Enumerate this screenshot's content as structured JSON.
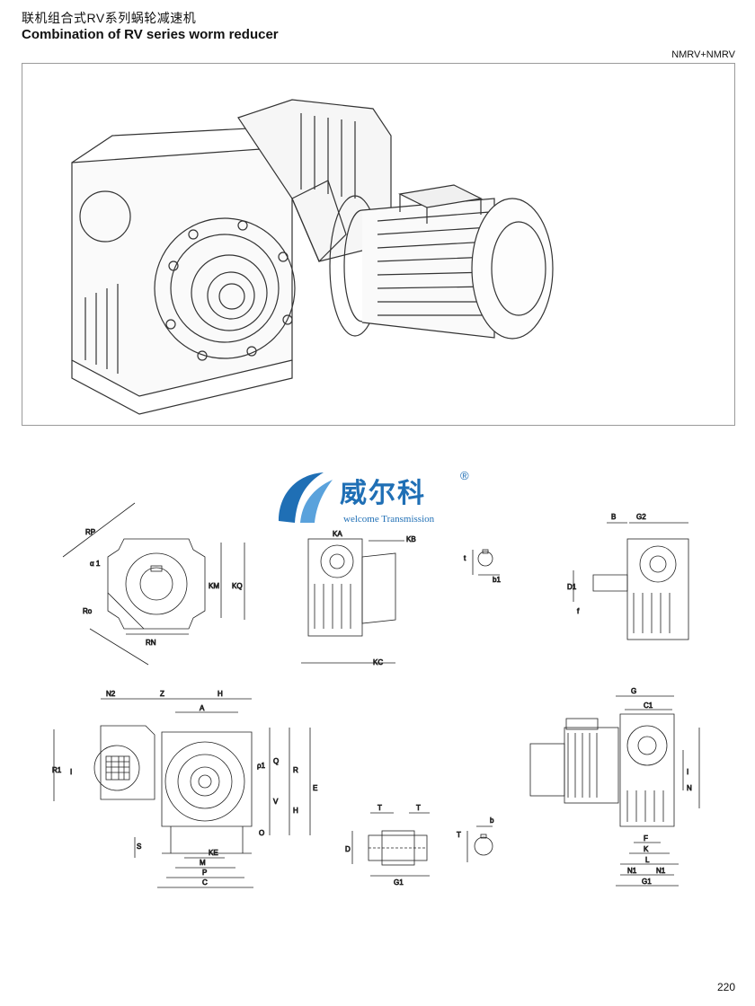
{
  "header": {
    "title_cn": "联机组合式RV系列蜗轮减速机",
    "title_en": "Combination of RV series worm reducer",
    "model": "NMRV+NMRV"
  },
  "logo": {
    "name_cn": "威尔科",
    "name_en": "welcome Transmission",
    "registered": "®",
    "color": "#1f6fb5"
  },
  "dimension_labels": {
    "view1": [
      "RP",
      "α 1",
      "Ro",
      "RN",
      "KM",
      "KQ"
    ],
    "view2": [
      "KA",
      "KB",
      "KC"
    ],
    "view3": [
      "t",
      "b1"
    ],
    "view4": [
      "B",
      "G2",
      "D1",
      "f"
    ],
    "view5": [
      "N2",
      "Z",
      "H",
      "A",
      "R1",
      "I",
      "ρ1",
      "Q",
      "R",
      "E",
      "V",
      "H",
      "S",
      "O",
      "KE",
      "M",
      "P",
      "C"
    ],
    "view6": [
      "T",
      "T",
      "D",
      "G1"
    ],
    "view7": [
      "T",
      "b"
    ],
    "view8": [
      "G",
      "C1",
      "I",
      "N",
      "F",
      "K",
      "L",
      "N1",
      "N1",
      "G1"
    ]
  },
  "page": {
    "number": "220"
  }
}
